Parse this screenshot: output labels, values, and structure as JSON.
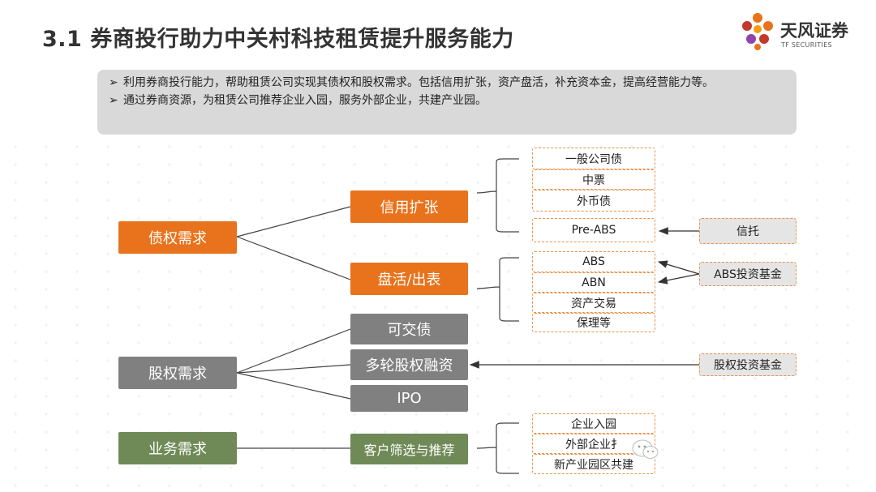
{
  "header": {
    "title": "3.1 券商投行助力中关村科技租赁提升服务能力",
    "logo_cn": "天风证券",
    "logo_en": "TF SECURITIES"
  },
  "summary": [
    "利用券商投行能力，帮助租赁公司实现其债权和股权需求。包括信用扩张，资产盘活，补充资本金，提高经营能力等。",
    "通过券商资源，为租赁公司推荐企业入园，服务外部企业，共建产业园。"
  ],
  "diagram": {
    "debt": {
      "label": "债权需求",
      "credit": {
        "label": "信用扩张",
        "items": [
          "一般公司债",
          "中票",
          "外币债",
          "Pre-ABS"
        ]
      },
      "revitalize": {
        "label": "盘活/出表",
        "items": [
          "ABS",
          "ABN",
          "资产交易",
          "保理等"
        ]
      }
    },
    "equity": {
      "label": "股权需求",
      "items": [
        "可交债",
        "多轮股权融资",
        "IPO"
      ]
    },
    "business": {
      "label": "业务需求",
      "child": "客户筛选与推荐",
      "items": [
        "企业入园",
        "外部企业扌",
        "新产业园区共建"
      ]
    },
    "side": {
      "trust": "信托",
      "abs_fund": "ABS投资基金",
      "equity_fund": "股权投资基金"
    }
  },
  "colors": {
    "orange": "#e8731c",
    "gray": "#808080",
    "green": "#6f8a56",
    "dashed_border": "#e8924a"
  }
}
